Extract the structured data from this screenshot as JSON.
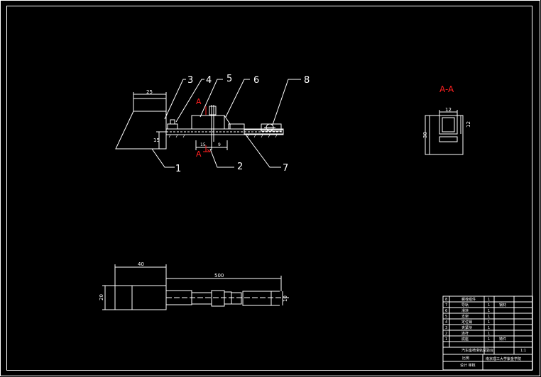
{
  "drawing": {
    "section_label": "A-A",
    "section_marks": [
      "A",
      "A"
    ],
    "part_numbers": [
      "1",
      "2",
      "3",
      "4",
      "5",
      "6",
      "7",
      "8"
    ],
    "dimensions": {
      "d25": "25",
      "d15v": "15",
      "d15h": "15",
      "d9": "9",
      "d12a": "12",
      "d12b": "12",
      "d30": "30",
      "d40": "40",
      "d500": "500",
      "d20": "20",
      "d10": "10"
    }
  },
  "title_block": {
    "rows": [
      {
        "no": "8",
        "name": "螺栓组件",
        "qty": "1",
        "note": ""
      },
      {
        "no": "7",
        "name": "导轨",
        "qty": "1",
        "note": "钢材"
      },
      {
        "no": "6",
        "name": "滑块",
        "qty": "1",
        "note": ""
      },
      {
        "no": "5",
        "name": "支架",
        "qty": "1",
        "note": ""
      },
      {
        "no": "4",
        "name": "定位销",
        "qty": "1",
        "note": ""
      },
      {
        "no": "3",
        "name": "夹紧块",
        "qty": "1",
        "note": ""
      },
      {
        "no": "2",
        "name": "连杆",
        "qty": "1",
        "note": ""
      },
      {
        "no": "1",
        "name": "底座",
        "qty": "1",
        "note": "铸件"
      }
    ],
    "drawing_title": "汽车座椅滑轨试验台",
    "scale_label": "比例",
    "drawer_label": "设计 审核",
    "school": "南京理工大学紫金学院",
    "sheet": "1:1"
  }
}
